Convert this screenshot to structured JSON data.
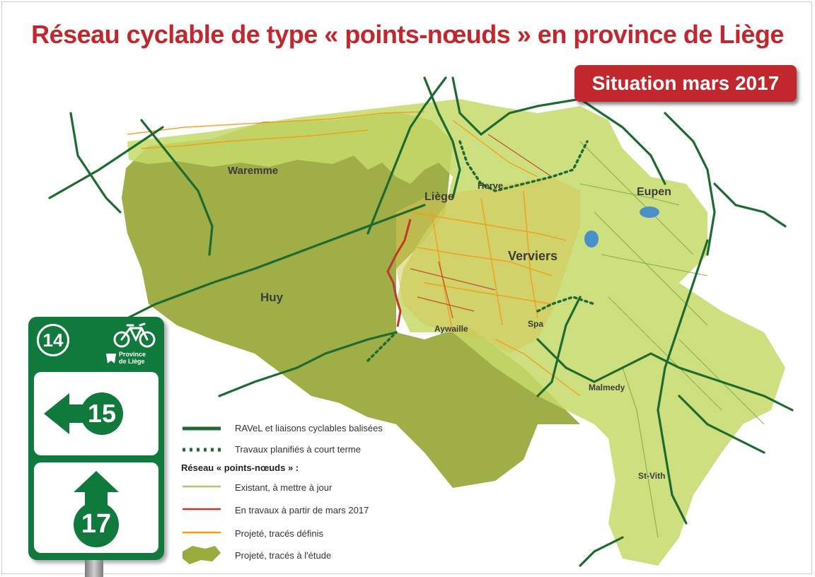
{
  "title": "Réseau cyclable de type « points-nœuds » en province de Liège",
  "status_badge": "Situation mars 2017",
  "towns": {
    "waremme": "Waremme",
    "liege": "Liège",
    "herve": "Herve",
    "eupen": "Eupen",
    "verviers": "Verviers",
    "huy": "Huy",
    "spa": "Spa",
    "aywaille": "Aywaille",
    "malmedy": "Malmedy",
    "st_vith": "St-Vith"
  },
  "legend": {
    "ravel": "RAVeL et liaisons cyclables balisées",
    "planned_works": "Travaux planifiés à court terme",
    "network_heading": "Réseau « points-nœuds » :",
    "existing": "Existant, à mettre à jour",
    "in_works": "En travaux à partir de mars 2017",
    "projected_defined": "Projeté, tracés définis",
    "projected_study": "Projeté, tracés à l'étude"
  },
  "colors": {
    "title_red": "#c1272d",
    "ravel_green": "#1e6b2f",
    "existing_green": "#a8c86a",
    "in_works_red": "#c0392b",
    "projected_orange": "#f39c12",
    "study_olive": "#9aaa3c",
    "province_fill": "#b9cd5a",
    "sign_green": "#0f7a3c"
  },
  "sign": {
    "node_number": "14",
    "province_label_1": "Province",
    "province_label_2": "de Liège",
    "arrow_left_target": "15",
    "arrow_up_target": "17",
    "icons": [
      "bicycle-icon",
      "arrow-left-icon",
      "arrow-up-icon"
    ]
  }
}
